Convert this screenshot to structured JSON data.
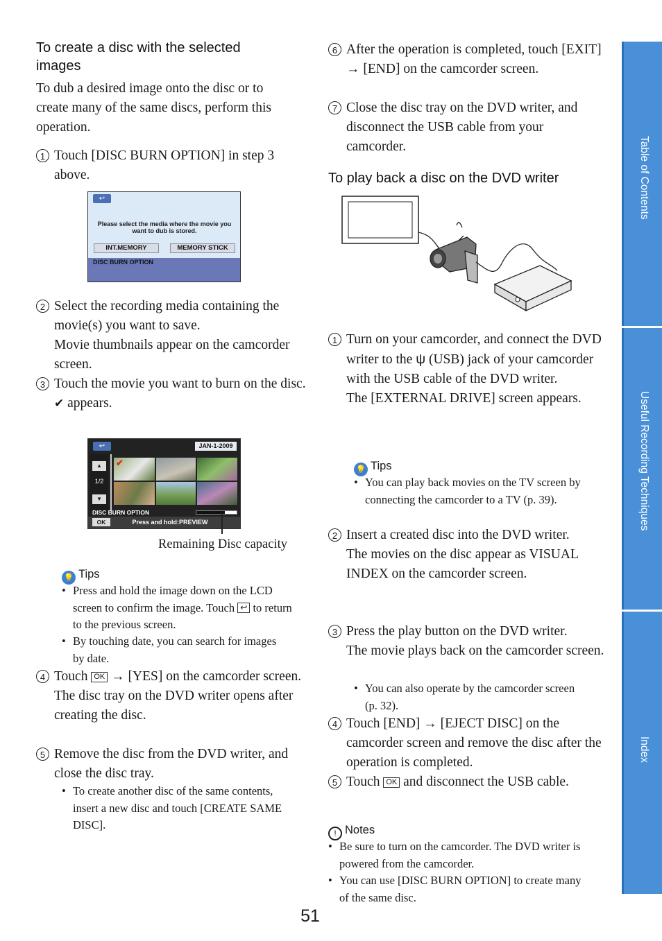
{
  "left": {
    "heading": "To create a disc with the selected images",
    "intro": "To dub a desired image onto the disc or to create many of the same discs, perform this operation.",
    "steps": [
      {
        "n": "1",
        "text": "Touch [DISC BURN OPTION] in step 3 above."
      },
      {
        "n": "2",
        "text": "Select the recording media containing the movie(s) you want to save.",
        "sub": "Movie thumbnails appear on the camcorder screen."
      },
      {
        "n": "3",
        "text": "Touch the movie you want to burn on the disc.",
        "sub_mark": "✔",
        "sub": "appears."
      },
      {
        "n": "4",
        "text_a": "Touch",
        "key": "OK",
        "text_b": "→ [YES] on the camcorder screen.",
        "sub": "The disc tray on the DVD writer opens after creating the disc."
      },
      {
        "n": "5",
        "text": "Remove the disc from the DVD writer, and close the disc tray.",
        "bullet": "To create another disc of the same contents, insert a new disc and touch [CREATE SAME DISC]."
      }
    ],
    "screen1": {
      "back": "↩",
      "message": "Please select the media where the movie you want to dub is stored.",
      "btn1": "INT.MEMORY",
      "btn2": "MEMORY STICK",
      "footer": "DISC BURN OPTION"
    },
    "screen2": {
      "back": "↩",
      "date": "JAN-1-2009",
      "page": "1/2",
      "footer": "DISC BURN OPTION",
      "ok": "OK",
      "hint": "Press and hold:PREVIEW",
      "check": "✔"
    },
    "callout": "Remaining Disc capacity",
    "tips_label": "Tips",
    "tips": [
      {
        "a": "Press and hold the image down on the LCD screen to confirm the image. Touch",
        "key": "↩",
        "b": "to return to the previous screen."
      },
      {
        "a": "By touching date, you can search for images by date."
      }
    ]
  },
  "right": {
    "steps_top": [
      {
        "n": "6",
        "text": "After the operation is completed, touch [EXIT] → [END] on the camcorder screen."
      },
      {
        "n": "7",
        "text": "Close the disc tray on the DVD writer, and disconnect the USB cable from your camcorder."
      }
    ],
    "heading": "To play back a disc on the DVD writer",
    "steps": [
      {
        "n": "1",
        "text_a": "Turn on your camcorder, and connect the DVD writer to the",
        "usb": "ψ",
        "text_b": "(USB) jack of your camcorder with the USB cable of the DVD writer.",
        "sub": "The [EXTERNAL DRIVE] screen appears."
      },
      {
        "n": "2",
        "text": "Insert a created disc into the DVD writer.",
        "sub": "The movies on the disc appear as VISUAL INDEX on the camcorder screen."
      },
      {
        "n": "3",
        "text": "Press the play button on the DVD writer.",
        "sub": "The movie plays back on the camcorder screen.",
        "bullet": "You can also operate by the camcorder screen (p. 32)."
      },
      {
        "n": "4",
        "text": "Touch [END] → [EJECT DISC] on the camcorder screen and remove the disc after the operation is completed."
      },
      {
        "n": "5",
        "text_a": "Touch",
        "key": "OK",
        "text_b": "and disconnect the USB cable."
      }
    ],
    "tips_label": "Tips",
    "tips": [
      "You can play back movies on the TV screen by connecting the camcorder to a TV (p. 39)."
    ],
    "notes_label": "Notes",
    "notes": [
      "Be sure to turn on the camcorder. The DVD writer is powered from the camcorder.",
      "You can use [DISC BURN OPTION] to create many of the same disc."
    ]
  },
  "page_number": "51",
  "tabs": [
    "Table of Contents",
    "Useful Recording Techniques",
    "Index"
  ],
  "colors": {
    "tab": "#4a90d9",
    "screen_bg": "#dce9f7",
    "screen_bar": "#6a78b8"
  }
}
